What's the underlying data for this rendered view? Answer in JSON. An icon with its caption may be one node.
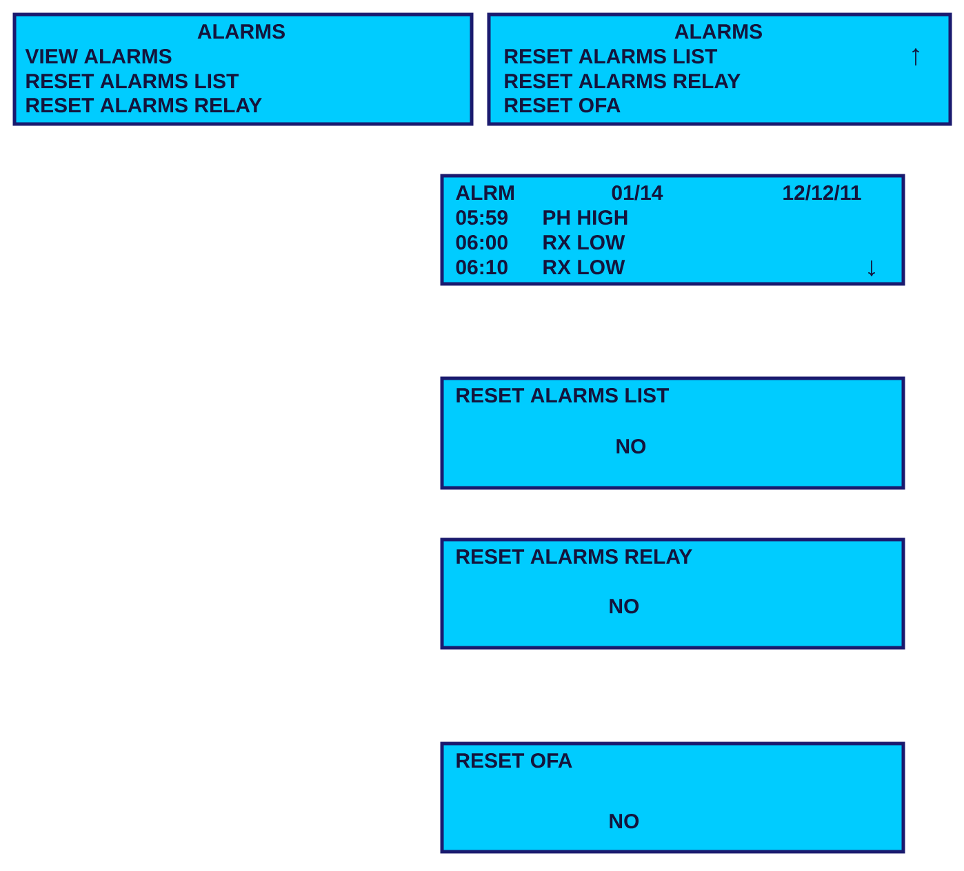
{
  "diagram": {
    "nodes": [
      {
        "text": [
          "ALARMS",
          "VIEW ALARMS",
          "RESET ALARMS LIST",
          "RESET ALARMS RELAY"
        ]
      },
      {
        "text": [
          "ALARMS",
          "RESET ALARMS LIST",
          "RESET ALARMS RELAY",
          "RESET OFA"
        ]
      },
      {
        "text": [
          "ALRM",
          "01/14",
          "12/12/11",
          "05:59",
          "PH HIGH",
          "06:00",
          "RX LOW",
          "06:10",
          "RX LOW"
        ]
      },
      {
        "text": [
          "RESET ALARMS LIST",
          "NO"
        ]
      },
      {
        "text": [
          "RESET ALARMS RELAY",
          "NO"
        ]
      },
      {
        "text": [
          "RESET OFA",
          "NO"
        ]
      }
    ]
  }
}
